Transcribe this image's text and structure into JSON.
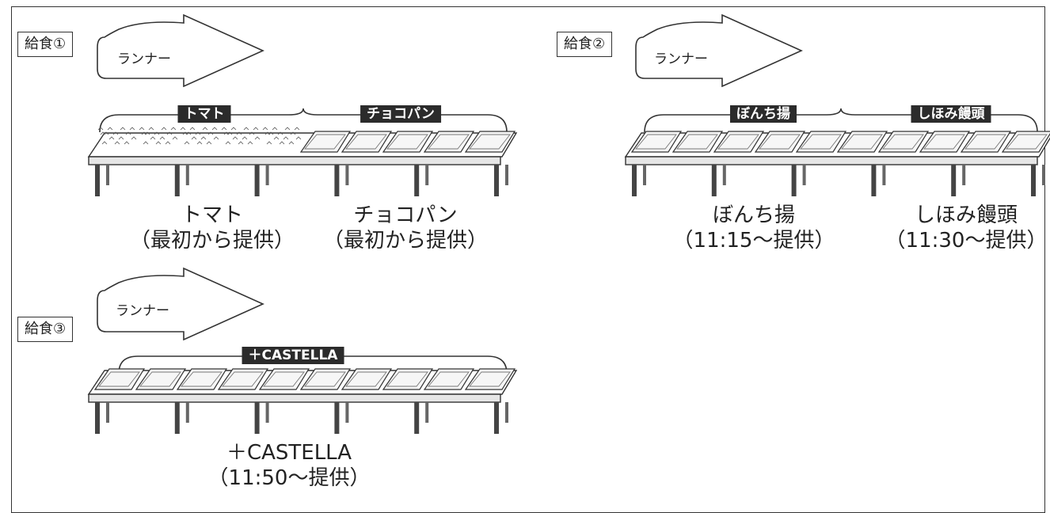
{
  "stations": [
    {
      "id": "station-1",
      "label": "給食①",
      "runner_label": "ランナー",
      "groups": [
        {
          "name": "トマト",
          "caption_title": "トマト",
          "caption_time": "（最初から提供）"
        },
        {
          "name": "チョコパン",
          "caption_title": "チョコパン",
          "caption_time": "（最初から提供）"
        }
      ]
    },
    {
      "id": "station-2",
      "label": "給食②",
      "runner_label": "ランナー",
      "groups": [
        {
          "name": "ぼんち揚",
          "caption_title": "ぼんち揚",
          "caption_time": "（11:15〜提供）"
        },
        {
          "name": "しほみ饅頭",
          "caption_title": "しほみ饅頭",
          "caption_time": "（11:30〜提供）"
        }
      ]
    },
    {
      "id": "station-3",
      "label": "給食③",
      "runner_label": "ランナー",
      "groups": [
        {
          "name": "＋CASTELLA",
          "caption_title": "＋CASTELLA",
          "caption_time": "（11:50〜提供）"
        }
      ]
    }
  ]
}
